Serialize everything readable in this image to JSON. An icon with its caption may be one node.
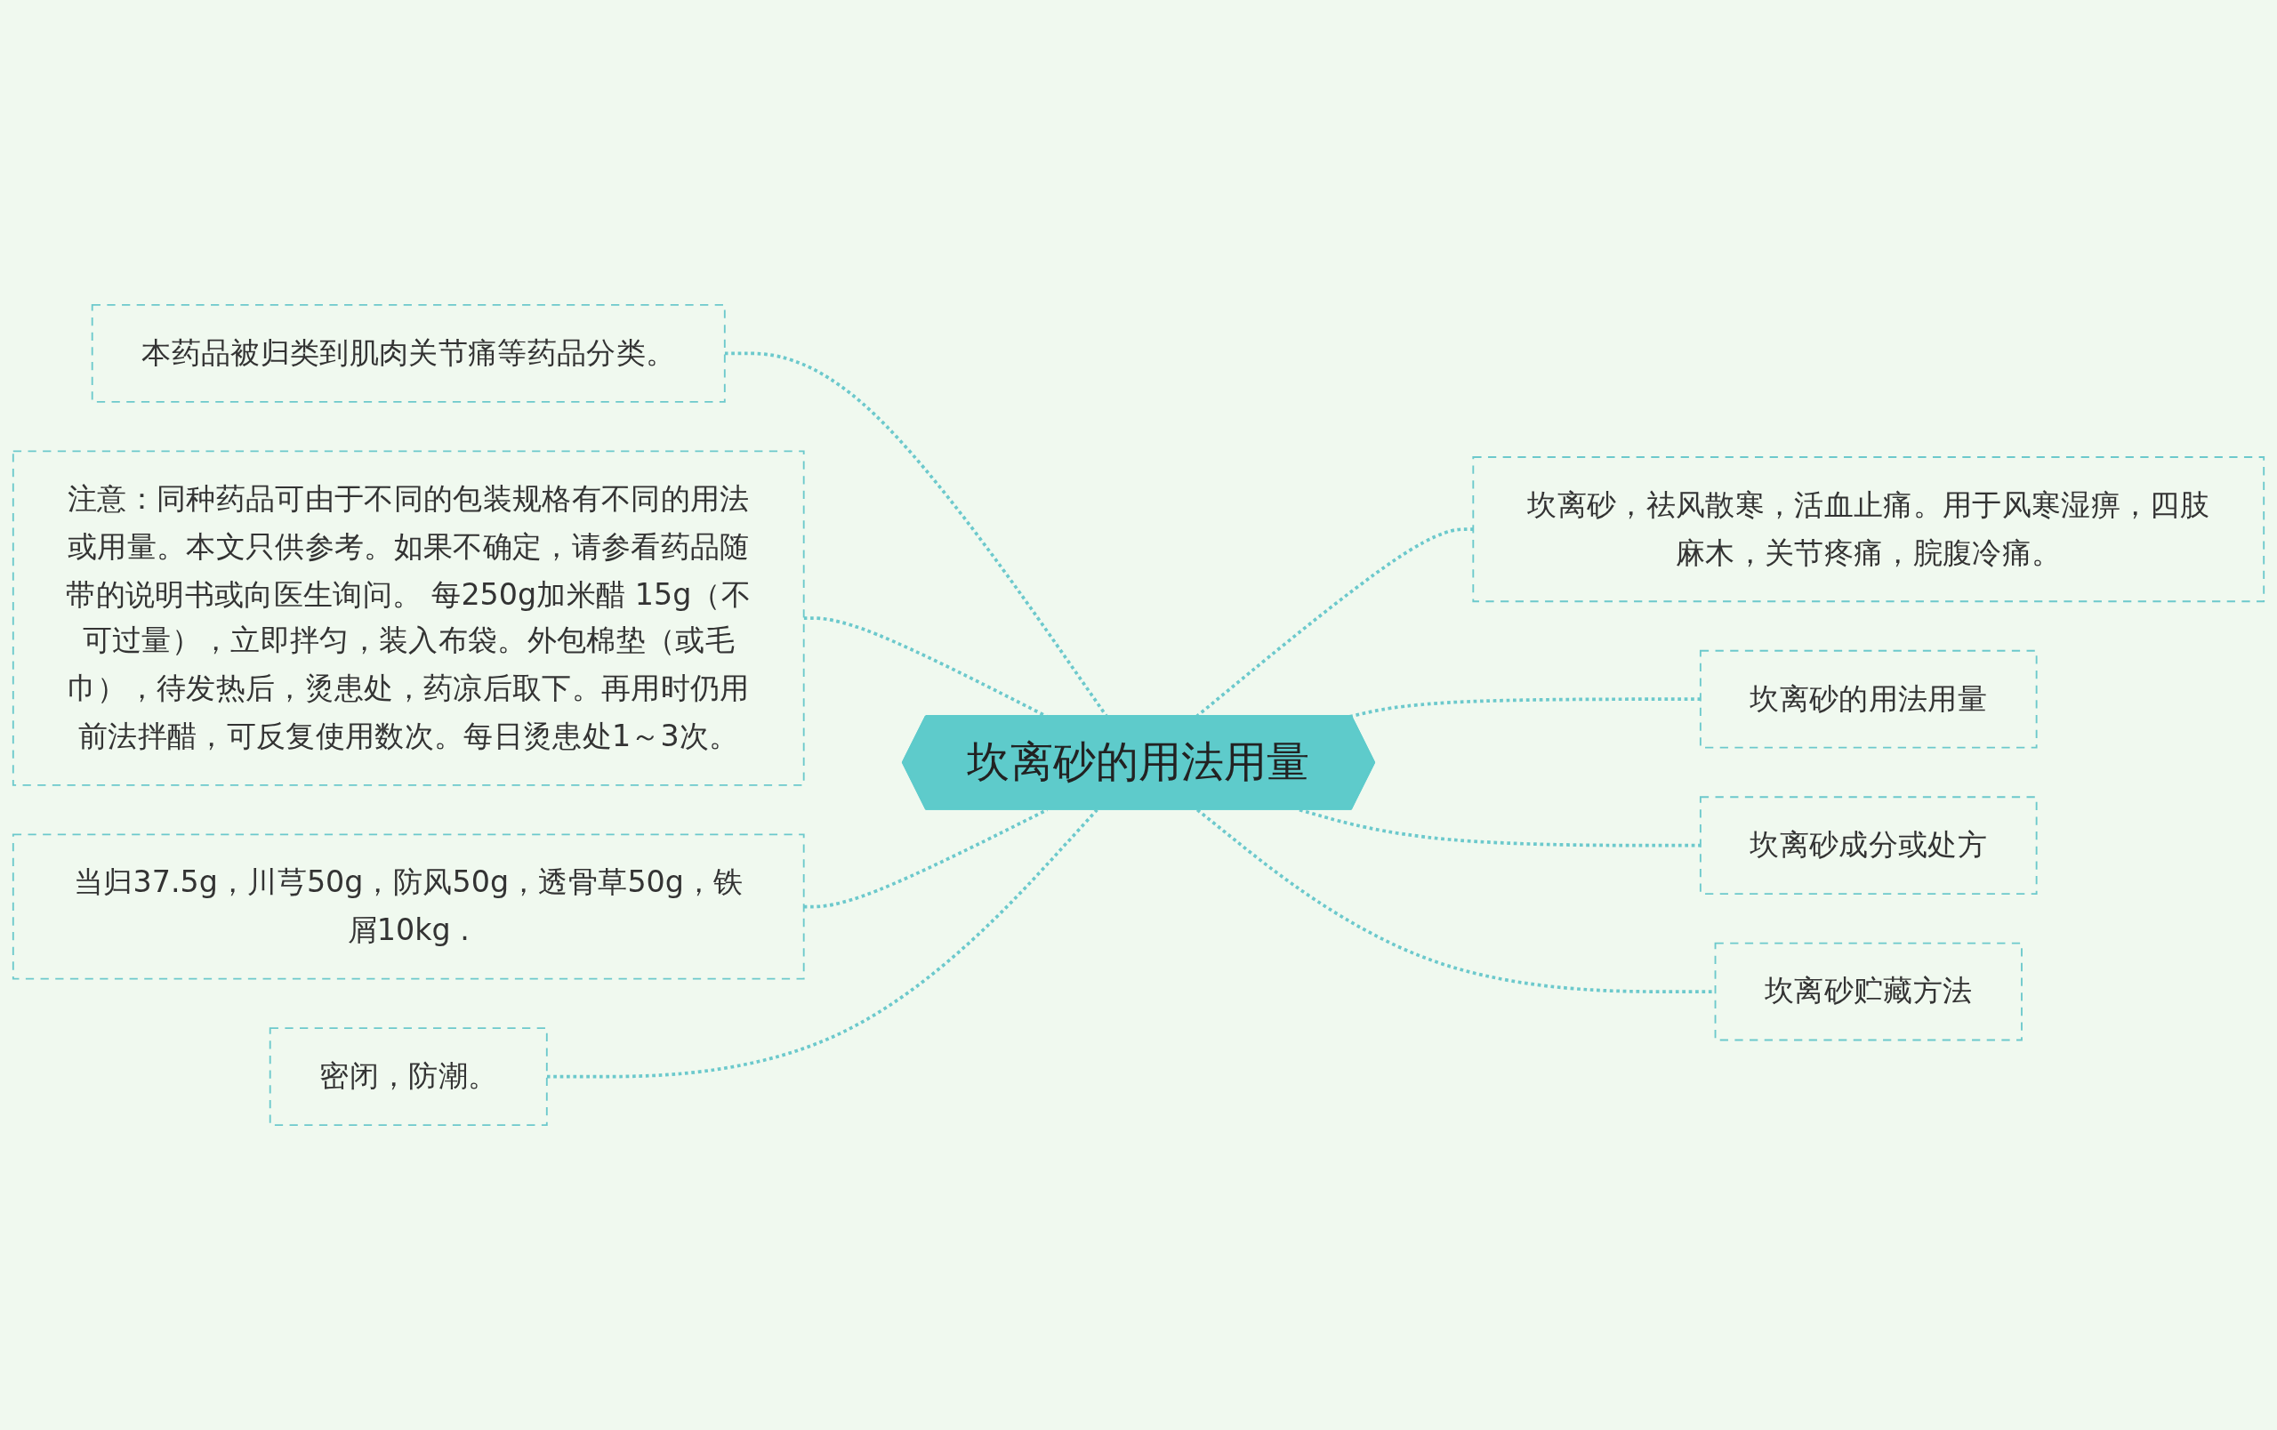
{
  "diagram": {
    "nodes": [
      {
        "text": [
          "坎离砂的用法用量"
        ]
      },
      {
        "text": [
          "本药品被归类到肌肉关节痛等药品分类。"
        ]
      },
      {
        "text": [
          "注意：同种药品可由于不同的包装规格有不同的用法或用量。本文只供参考。如果不确定，请参看药品随带的说明书或向医生询问。 每250g加米醋 15g（不可过量），立即拌匀，装入布袋。外包棉垫（或毛巾），待发热后，烫患处，药凉后取下。再用时仍用前法拌醋，可反复使用数次。每日烫患处1～3次。"
        ]
      },
      {
        "text": [
          "当归37.5g，川芎50g，防风50g，透骨草50g，铁屑10kg ."
        ]
      },
      {
        "text": [
          "密闭，防潮。"
        ]
      },
      {
        "text": [
          "坎离砂，祛风散寒，活血止痛。用于风寒湿痹，四肢麻木，关节疼痛，脘腹冷痛。"
        ]
      },
      {
        "text": [
          "坎离砂的用法用量"
        ]
      },
      {
        "text": [
          "坎离砂成分或处方"
        ]
      },
      {
        "text": [
          "坎离砂贮藏方法"
        ]
      }
    ],
    "edges": [
      {
        "from": 1,
        "to": 0,
        "arrow": "none",
        "style": "dashed"
      },
      {
        "from": 2,
        "to": 0,
        "arrow": "none",
        "style": "dashed"
      },
      {
        "from": 3,
        "to": 0,
        "arrow": "none",
        "style": "dashed"
      },
      {
        "from": 4,
        "to": 0,
        "arrow": "none",
        "style": "dashed"
      },
      {
        "from": 0,
        "to": 5,
        "arrow": "none",
        "style": "dashed"
      },
      {
        "from": 0,
        "to": 6,
        "arrow": "none",
        "style": "dashed"
      },
      {
        "from": 0,
        "to": 7,
        "arrow": "none",
        "style": "dashed"
      },
      {
        "from": 0,
        "to": 8,
        "arrow": "none",
        "style": "dashed"
      }
    ]
  }
}
